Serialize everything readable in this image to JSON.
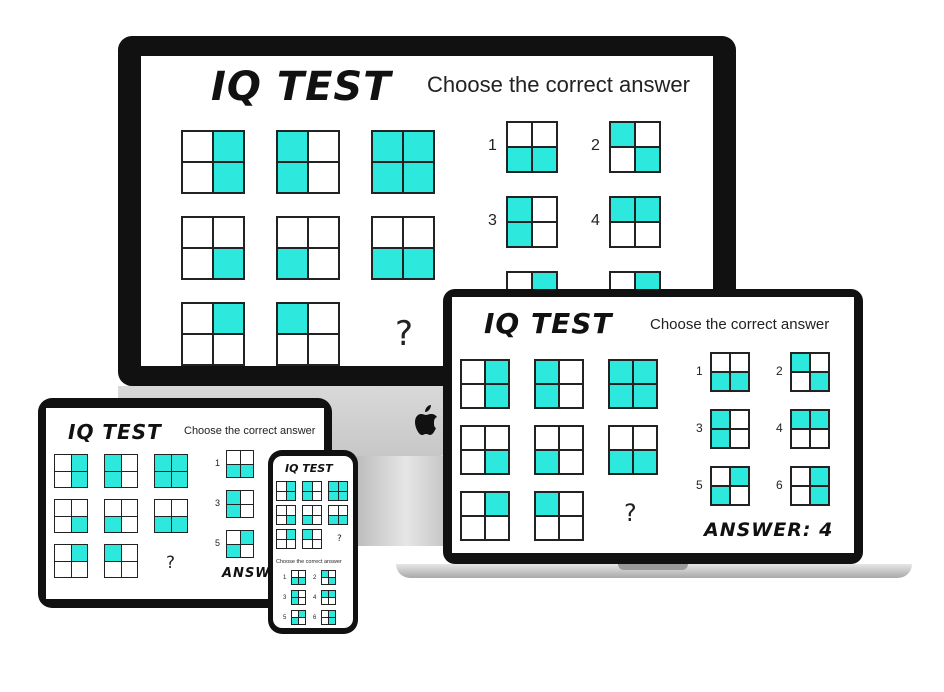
{
  "accent_color": "#2de8dc",
  "devices": {
    "desktop": {
      "title": "IQ TEST",
      "subtitle": "Choose the correct answer",
      "question_mark": "?",
      "option_numbers": [
        "1",
        "2",
        "3",
        "4"
      ]
    },
    "laptop": {
      "title": "IQ TEST",
      "subtitle": "Choose the correct answer",
      "question_mark": "?",
      "option_numbers": [
        "1",
        "2",
        "3",
        "4",
        "5",
        "6"
      ],
      "answer": "ANSWER: 4"
    },
    "tablet": {
      "title": "IQ TEST",
      "subtitle": "Choose the correct answer",
      "question_mark": "?",
      "option_numbers": [
        "1",
        "3",
        "5"
      ],
      "answer": "ANSWE"
    },
    "phone": {
      "title": "IQ TEST",
      "subtitle": "Choose the correct answer",
      "question_mark": "?",
      "option_numbers": [
        "1",
        "2",
        "3",
        "4",
        "5",
        "6"
      ]
    }
  },
  "logo_icon": "apple-logo-icon",
  "puzzle": {
    "rows": [
      [
        [
          0,
          1,
          0,
          1
        ],
        [
          1,
          0,
          1,
          0
        ],
        [
          1,
          1,
          1,
          1
        ]
      ],
      [
        [
          0,
          0,
          0,
          1
        ],
        [
          0,
          0,
          1,
          0
        ],
        [
          0,
          0,
          1,
          1
        ]
      ],
      [
        [
          0,
          1,
          0,
          0
        ],
        [
          1,
          0,
          0,
          0
        ]
      ]
    ],
    "options": [
      [
        0,
        0,
        1,
        1
      ],
      [
        1,
        0,
        0,
        1
      ],
      [
        1,
        0,
        1,
        0
      ],
      [
        1,
        1,
        0,
        0
      ],
      [
        0,
        1,
        1,
        0
      ],
      [
        0,
        1,
        0,
        1
      ]
    ]
  }
}
